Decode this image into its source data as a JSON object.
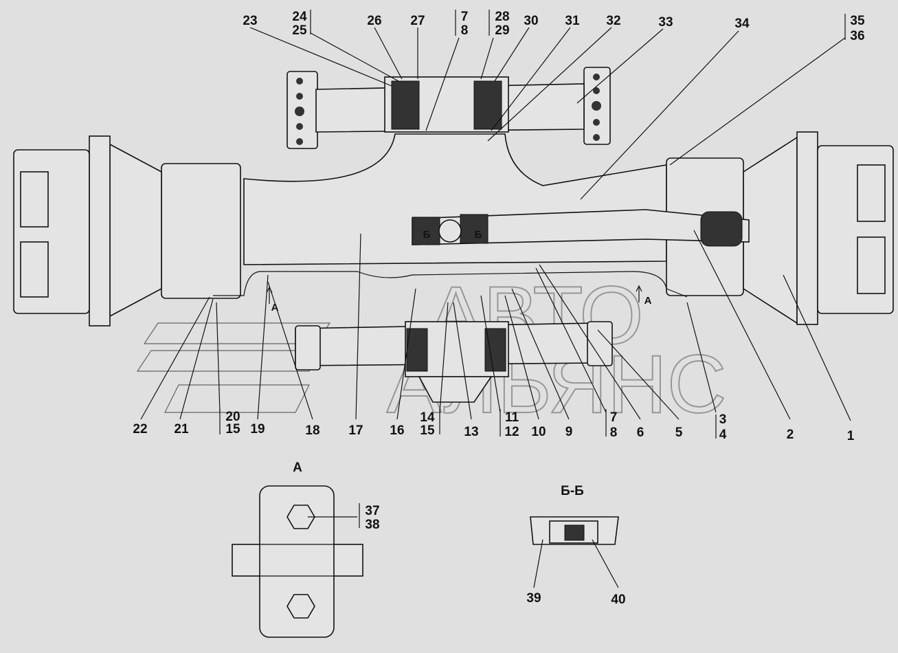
{
  "callouts_top": [
    "23",
    "24",
    "25",
    "26",
    "27",
    "7",
    "8",
    "28",
    "29",
    "30",
    "31",
    "32",
    "33",
    "34",
    "35",
    "36"
  ],
  "callouts_bottom": [
    "22",
    "21",
    "20",
    "15",
    "19",
    "18",
    "17",
    "16",
    "14",
    "15",
    "13",
    "11",
    "12",
    "10",
    "9",
    "7",
    "8",
    "6",
    "5",
    "3",
    "4",
    "2",
    "1"
  ],
  "section_marks": {
    "b_left": "Б",
    "b_right": "Б",
    "a_left": "А",
    "a_right": "А"
  },
  "view_a": {
    "title": "А",
    "callouts": [
      "37",
      "38"
    ]
  },
  "section_bb": {
    "title": "Б-Б",
    "callouts": [
      "39",
      "40"
    ]
  },
  "watermark": {
    "line1": "АВТО",
    "line2": "АЛЬЯНС"
  }
}
